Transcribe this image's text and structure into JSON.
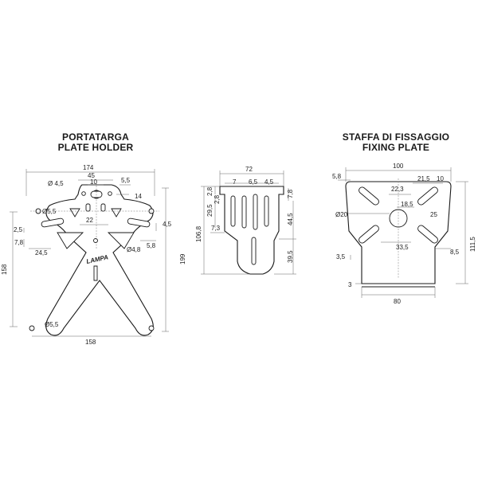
{
  "plate_holder": {
    "title_it": "PORTATARGA",
    "title_en": "PLATE HOLDER",
    "brand": "LAMPA",
    "dims": {
      "w174": "174",
      "w45": "45",
      "w10": "10",
      "w5_5": "5,5",
      "w14": "14",
      "d4_5": "Ø 4,5",
      "d5_5_top": "Ø5,5",
      "w22": "22",
      "h2_5": "2,5",
      "h7_8": "7,8",
      "w24_5": "24,5",
      "h4_5_r": "4,5",
      "w5_8": "5,8",
      "d4_8": "Ø4,8",
      "h158": "158",
      "h199": "199",
      "d5_5_bottom": "Ø5,5",
      "w158": "158"
    }
  },
  "side_view": {
    "dims": {
      "w72": "72",
      "w7": "7",
      "w6_5": "6,5",
      "w4_5": "4,5",
      "h2_8": "2,8",
      "h29_5": "29,5",
      "h2_8b": "2,8",
      "h7_8": "7,8",
      "h106_8": "106,8",
      "w7_3": "7,3",
      "h44_5": "44,5",
      "h39_5": "39,5"
    }
  },
  "fixing_plate": {
    "title_it": "STAFFA DI FISSAGGIO",
    "title_en": "FIXING PLATE",
    "dims": {
      "w100": "100",
      "w5_8": "5,8",
      "w21_5": "21,5",
      "w10": "10",
      "w22_3": "22,3",
      "w18_5": "18,5",
      "d20": "Ø20",
      "r25": "25",
      "h111_5": "111,5",
      "w33_5": "33,5",
      "w8_5": "8,5",
      "h3_5": "3,5",
      "h3": "3",
      "w80": "80"
    }
  }
}
